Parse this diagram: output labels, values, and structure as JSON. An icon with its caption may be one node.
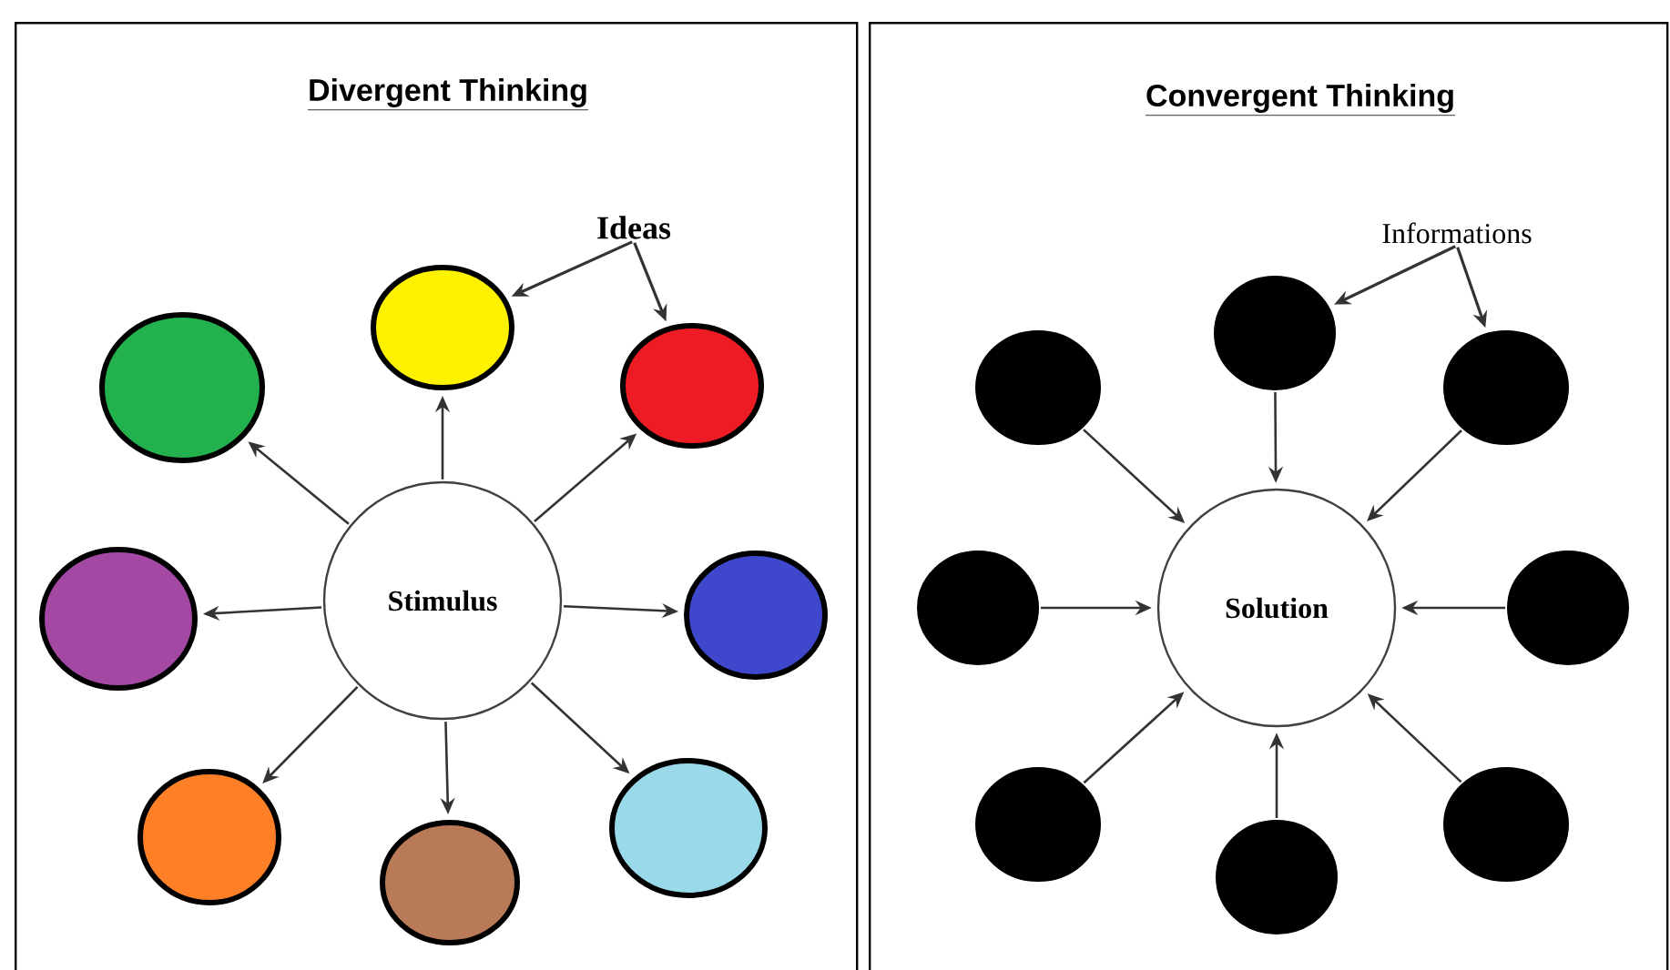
{
  "diagram": {
    "nodes": [
      {
        "text": [
          "Divergent Thinking"
        ]
      },
      {
        "text": [
          "Stimulus"
        ],
        "in": 0
      },
      {
        "text": [],
        "shape": "circle",
        "in": 0
      },
      {
        "text": [],
        "shape": "circle",
        "in": 0
      },
      {
        "text": [],
        "shape": "circle",
        "in": 0
      },
      {
        "text": [],
        "shape": "circle",
        "in": 0
      },
      {
        "text": [],
        "shape": "circle",
        "in": 0
      },
      {
        "text": [],
        "shape": "circle",
        "in": 0
      },
      {
        "text": [],
        "shape": "circle",
        "in": 0
      },
      {
        "text": [],
        "shape": "circle",
        "in": 0
      },
      {
        "text": [
          "Ideas"
        ],
        "in": 0
      },
      {
        "text": [
          "Convergent Thinking"
        ]
      },
      {
        "text": [
          "Solution"
        ],
        "in": 11
      },
      {
        "text": [],
        "shape": "circle",
        "in": 11
      },
      {
        "text": [],
        "shape": "circle",
        "in": 11
      },
      {
        "text": [],
        "shape": "circle",
        "in": 11
      },
      {
        "text": [],
        "shape": "circle",
        "in": 11
      },
      {
        "text": [],
        "shape": "circle",
        "in": 11
      },
      {
        "text": [],
        "shape": "circle",
        "in": 11
      },
      {
        "text": [],
        "shape": "circle",
        "in": 11
      },
      {
        "text": [],
        "shape": "circle",
        "in": 11
      },
      {
        "text": [
          "Informations"
        ],
        "in": 11
      }
    ],
    "edges": [
      {
        "from": 1,
        "to": 2,
        "arrow": "to"
      },
      {
        "from": 1,
        "to": 3,
        "arrow": "to"
      },
      {
        "from": 1,
        "to": 4,
        "arrow": "to"
      },
      {
        "from": 1,
        "to": 5,
        "arrow": "to"
      },
      {
        "from": 1,
        "to": 6,
        "arrow": "to"
      },
      {
        "from": 1,
        "to": 7,
        "arrow": "to"
      },
      {
        "from": 1,
        "to": 8,
        "arrow": "to"
      },
      {
        "from": 1,
        "to": 9,
        "arrow": "to"
      },
      {
        "from": 10,
        "to": 2,
        "arrow": "to"
      },
      {
        "from": 10,
        "to": 4,
        "arrow": "to"
      },
      {
        "from": 13,
        "to": 12,
        "arrow": "to"
      },
      {
        "from": 14,
        "to": 12,
        "arrow": "to"
      },
      {
        "from": 15,
        "to": 12,
        "arrow": "to"
      },
      {
        "from": 16,
        "to": 12,
        "arrow": "to"
      },
      {
        "from": 17,
        "to": 12,
        "arrow": "to"
      },
      {
        "from": 18,
        "to": 12,
        "arrow": "to"
      },
      {
        "from": 19,
        "to": 12,
        "arrow": "to"
      },
      {
        "from": 20,
        "to": 12,
        "arrow": "to"
      },
      {
        "from": 21,
        "to": 13,
        "arrow": "to"
      },
      {
        "from": 21,
        "to": 15,
        "arrow": "to"
      }
    ]
  }
}
